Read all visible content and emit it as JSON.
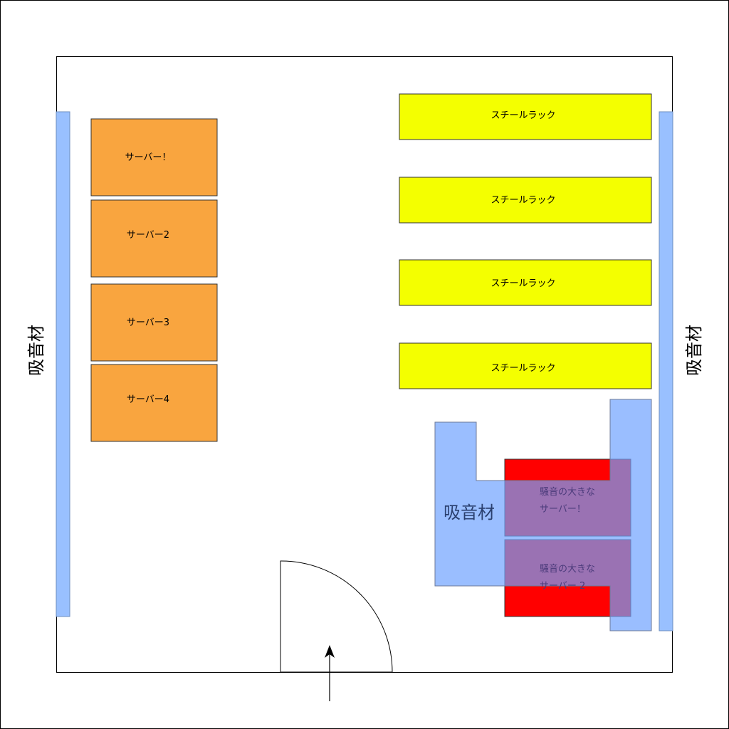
{
  "servers": [
    "サーバー！",
    "サーバー2",
    "サーバー3",
    "サーバー4"
  ],
  "racks": [
    "スチールラック",
    "スチールラック",
    "スチールラック",
    "スチールラック"
  ],
  "absorber_left_label": "吸音材",
  "absorber_right_label": "吸音材",
  "absorber_center_label": "吸音材",
  "noisy_servers": [
    {
      "line1": "騒音の大きな",
      "line2": "サーバー！"
    },
    {
      "line1": "騒音の大きな",
      "line2": "サーバー 2"
    }
  ],
  "colors": {
    "server": "#f9a53f",
    "rack": "#f4ff00",
    "absorber": "#99c0ff",
    "noisy": "#ff0000"
  }
}
